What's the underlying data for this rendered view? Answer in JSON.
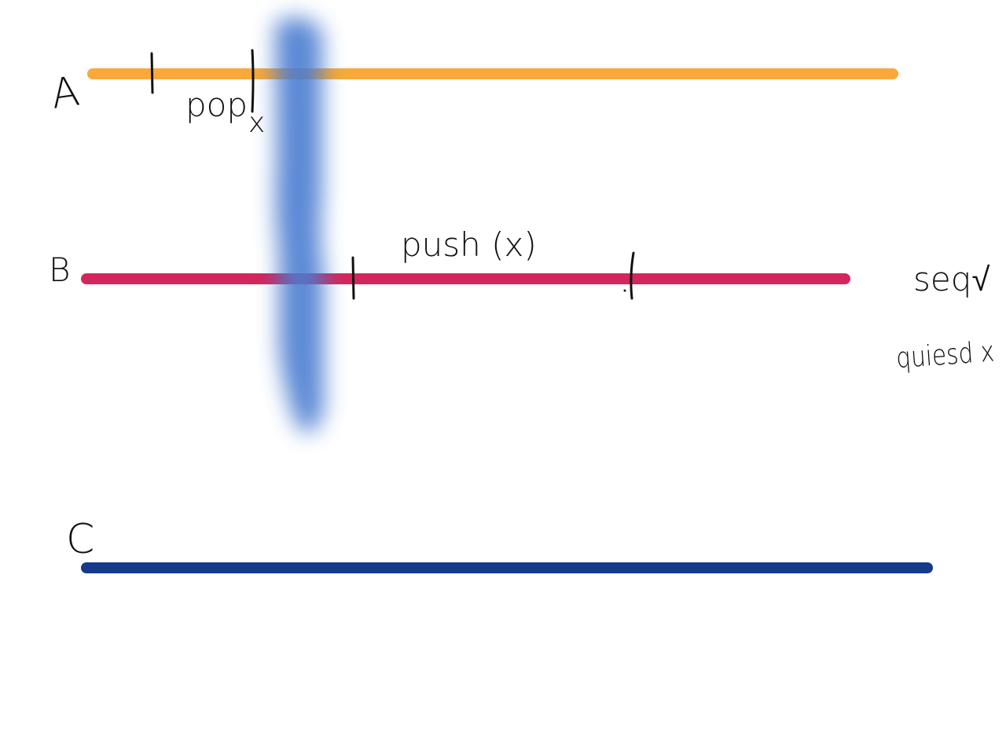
{
  "labels": {
    "thread_a": "A",
    "thread_b": "B",
    "thread_c": "C",
    "pop": "pop",
    "pop_value": "x",
    "push": "push (x)",
    "seq": "seq√",
    "quiesc": "quiesd x"
  },
  "colors": {
    "thread_a": "#F8A93A",
    "thread_b": "#D3265C",
    "thread_c": "#153A8C",
    "highlight": "#4A7BD0",
    "ink": "#111111"
  }
}
